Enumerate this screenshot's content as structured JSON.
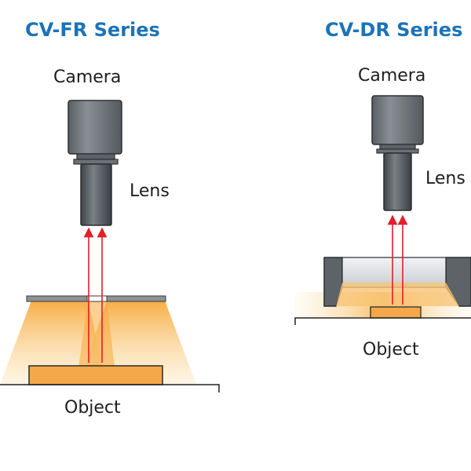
{
  "diagrams": [
    {
      "title": "CV-FR Series",
      "camera_label": "Camera",
      "lens_label": "Lens",
      "object_label": "Object"
    },
    {
      "title": "CV-DR Series",
      "camera_label": "Camera",
      "lens_label": "Lens",
      "object_label": "Object"
    }
  ],
  "colors": {
    "title": "#1c73b8",
    "camera_body": "#6b7075",
    "lens_body": "#4f5459",
    "ray": "#e0202a",
    "light": "#f7b24a",
    "object": "#f4a84a",
    "panel": "#7a7f84",
    "line": "#222222"
  }
}
